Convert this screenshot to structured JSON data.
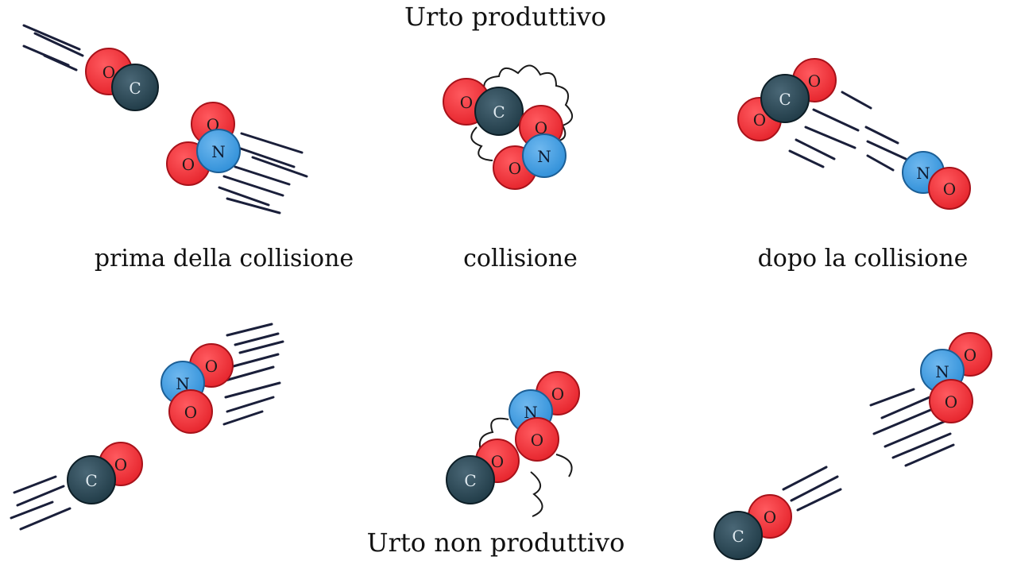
{
  "title_top": "Urto produttivo",
  "title_bottom": "Urto non produttivo",
  "stage_labels": {
    "before": "prima della collisione",
    "collision": "collisione",
    "after": "dopo la collisione"
  },
  "atom_letters": {
    "oxygen": "O",
    "carbon": "C",
    "nitrogen": "N"
  },
  "colors": {
    "oxygen": "#e5232b",
    "carbon": "#1f3a46",
    "nitrogen": "#2f8fd8",
    "lines": "#1a1f3a"
  }
}
